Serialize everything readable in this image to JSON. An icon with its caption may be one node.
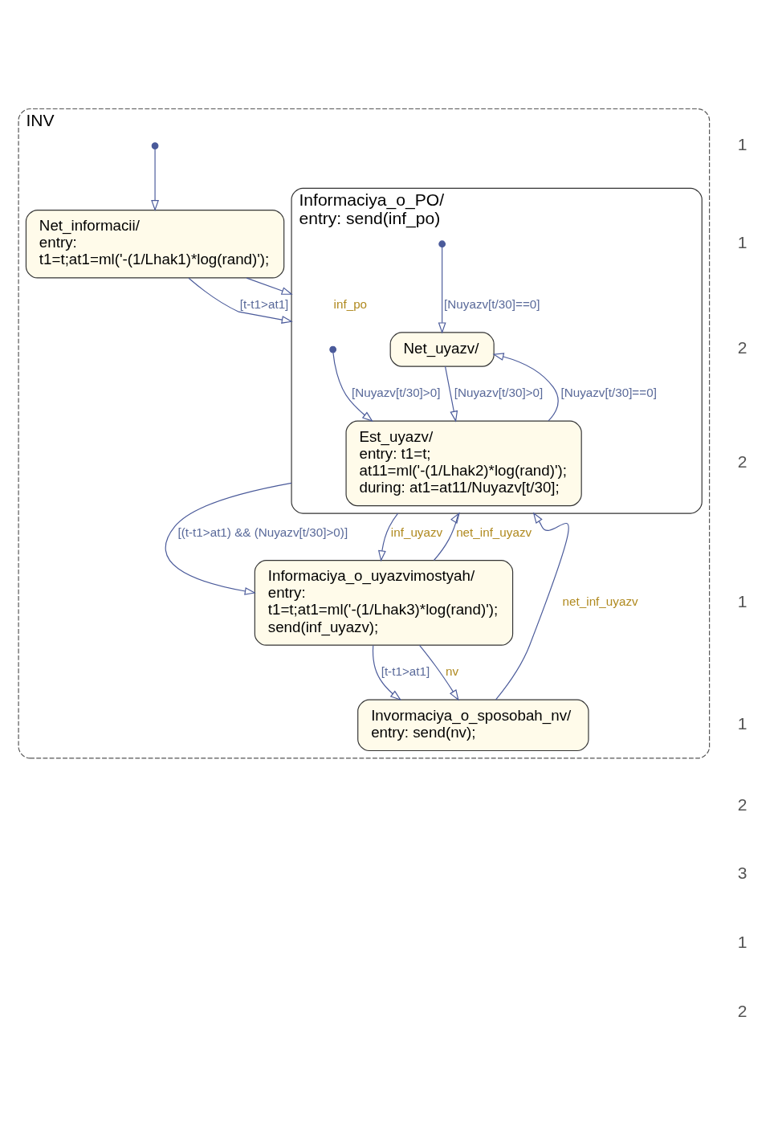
{
  "diagram": {
    "nodes": [
      {
        "text": [
          "INV"
        ]
      },
      {
        "text": [
          "Net_informacii/",
          "entry:",
          "t1=t;at1=ml('-(1/Lhak1)*log(rand)');"
        ],
        "in": 0
      },
      {
        "text": [],
        "shape": "circle",
        "in": 0
      },
      {
        "text": [
          "Informaciya_o_PO/",
          "entry: send(inf_po)"
        ],
        "in": 0
      },
      {
        "text": [
          "Net_uyazv/"
        ],
        "in": 3
      },
      {
        "text": [
          "Est_uyazv/",
          "entry: t1=t;",
          "at11=ml('-(1/Lhak2)*log(rand)');",
          "during: at1=at11/Nuyazv[t/30];"
        ],
        "in": 3
      },
      {
        "text": [],
        "shape": "circle",
        "in": 3
      },
      {
        "text": [],
        "shape": "circle",
        "in": 3
      },
      {
        "text": [
          "Informaciya_o_uyazvimostyah/",
          "entry:",
          "t1=t;at1=ml('-(1/Lhak3)*log(rand)');",
          "send(inf_uyazv);"
        ],
        "in": 0
      },
      {
        "text": [
          "Invormaciya_o_sposobah_nv/",
          "entry: send(nv);"
        ],
        "in": 0
      }
    ],
    "edges": [
      {
        "from": 2,
        "to": 1,
        "arrow": "to"
      },
      {
        "from": 1,
        "to": 3,
        "arrow": "to",
        "label": "[t-t1>at1]"
      },
      {
        "from": 1,
        "to": 3,
        "arrow": "to",
        "label": "inf_po"
      },
      {
        "from": 6,
        "to": 4,
        "arrow": "to",
        "label": "[Nuyazv[t/30]==0]"
      },
      {
        "from": 4,
        "to": 5,
        "arrow": "to",
        "label": "[Nuyazv[t/30]>0]"
      },
      {
        "from": 5,
        "to": 4,
        "arrow": "to",
        "label": "[Nuyazv[t/30]==0]"
      },
      {
        "from": 7,
        "to": 5,
        "arrow": "to",
        "label": "[Nuyazv[t/30]>0]"
      },
      {
        "from": 3,
        "to": 8,
        "arrow": "to",
        "label": "[(t-t1>at1) && (Nuyazv[t/30]>0)]"
      },
      {
        "from": 3,
        "to": 8,
        "arrow": "to",
        "label": "inf_uyazv"
      },
      {
        "from": 8,
        "to": 3,
        "arrow": "to",
        "label": "net_inf_uyazv"
      },
      {
        "from": 8,
        "to": 9,
        "arrow": "to",
        "label": "[t-t1>at1]"
      },
      {
        "from": 8,
        "to": 9,
        "arrow": "to",
        "label": "nv"
      },
      {
        "from": 9,
        "to": 3,
        "arrow": "to",
        "label": "net_inf_uyazv"
      }
    ],
    "labels": [
      "1",
      "1",
      "2",
      "2",
      "1",
      "1",
      "2",
      "3",
      "1",
      "2"
    ]
  }
}
